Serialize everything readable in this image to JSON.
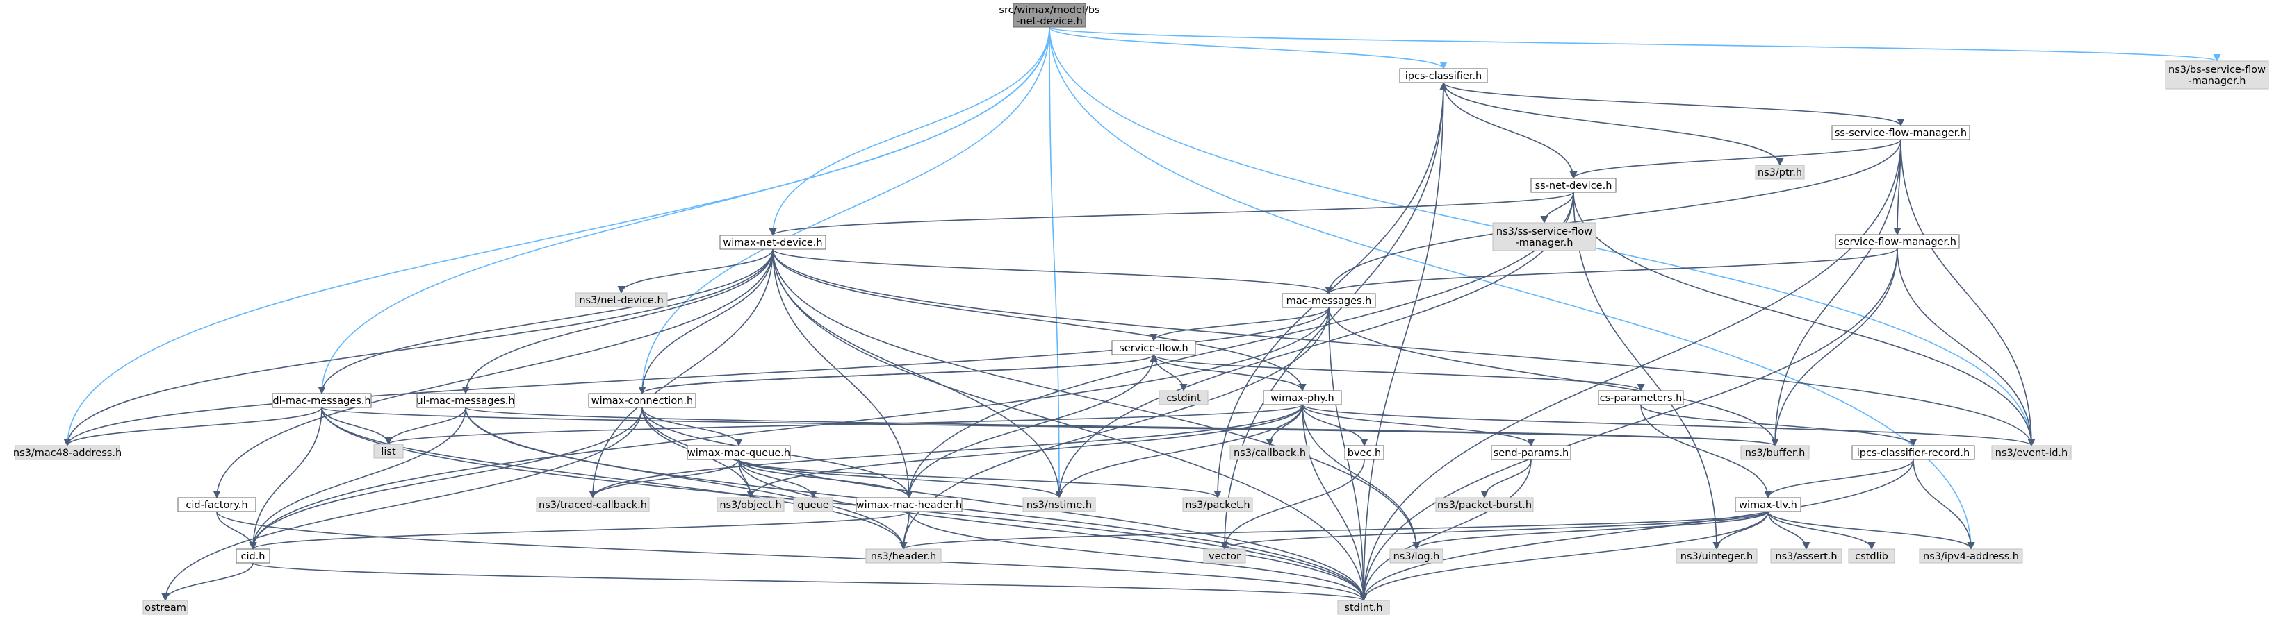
{
  "diagram": {
    "type": "include-dependency-graph",
    "colors": {
      "root_fill": "#999999",
      "local_fill": "#ffffff",
      "external_fill": "#e0e0e0",
      "border": "#666666",
      "edge_from_root": "#63b8ff",
      "edge_other": "#4a5c7a"
    },
    "root": "src/wimax/model/bs-net-device.h",
    "root_lines": [
      "src/wimax/model/bs",
      "-net-device.h"
    ],
    "nodes": {
      "root": {
        "lines": [
          "src/wimax/model/bs",
          "-net-device.h"
        ],
        "kind": "root"
      },
      "wimax_net_device": {
        "lines": [
          "wimax-net-device.h"
        ],
        "kind": "local"
      },
      "ipcs_classifier": {
        "lines": [
          "ipcs-classifier.h"
        ],
        "kind": "local"
      },
      "bs_service_flow_manager": {
        "lines": [
          "ns3/bs-service-flow",
          "-manager.h"
        ],
        "kind": "external"
      },
      "ns3_ptr": {
        "lines": [
          "ns3/ptr.h"
        ],
        "kind": "external"
      },
      "ss_service_flow_manager": {
        "lines": [
          "ss-service-flow-manager.h"
        ],
        "kind": "local"
      },
      "ss_net_device": {
        "lines": [
          "ss-net-device.h"
        ],
        "kind": "local"
      },
      "ns3_ss_service_flow_manager": {
        "lines": [
          "ns3/ss-service-flow",
          "-manager.h"
        ],
        "kind": "external"
      },
      "service_flow_manager": {
        "lines": [
          "service-flow-manager.h"
        ],
        "kind": "local"
      },
      "ns3_net_device": {
        "lines": [
          "ns3/net-device.h"
        ],
        "kind": "external"
      },
      "mac_messages": {
        "lines": [
          "mac-messages.h"
        ],
        "kind": "local"
      },
      "service_flow": {
        "lines": [
          "service-flow.h"
        ],
        "kind": "local"
      },
      "cstdint": {
        "lines": [
          "cstdint"
        ],
        "kind": "external"
      },
      "cs_parameters": {
        "lines": [
          "cs-parameters.h"
        ],
        "kind": "local"
      },
      "wimax_phy": {
        "lines": [
          "wimax-phy.h"
        ],
        "kind": "local"
      },
      "dl_mac_messages": {
        "lines": [
          "dl-mac-messages.h"
        ],
        "kind": "local"
      },
      "ul_mac_messages": {
        "lines": [
          "ul-mac-messages.h"
        ],
        "kind": "local"
      },
      "wimax_connection": {
        "lines": [
          "wimax-connection.h"
        ],
        "kind": "local"
      },
      "ns3_mac48_address": {
        "lines": [
          "ns3/mac48-address.h"
        ],
        "kind": "external"
      },
      "list": {
        "lines": [
          "list"
        ],
        "kind": "external"
      },
      "wimax_mac_queue": {
        "lines": [
          "wimax-mac-queue.h"
        ],
        "kind": "local"
      },
      "ns3_callback": {
        "lines": [
          "ns3/callback.h"
        ],
        "kind": "external"
      },
      "bvec": {
        "lines": [
          "bvec.h"
        ],
        "kind": "local"
      },
      "send_params": {
        "lines": [
          "send-params.h"
        ],
        "kind": "local"
      },
      "ns3_buffer": {
        "lines": [
          "ns3/buffer.h"
        ],
        "kind": "external"
      },
      "ipcs_classifier_record": {
        "lines": [
          "ipcs-classifier-record.h"
        ],
        "kind": "local"
      },
      "ns3_event_id": {
        "lines": [
          "ns3/event-id.h"
        ],
        "kind": "external"
      },
      "cid_factory": {
        "lines": [
          "cid-factory.h"
        ],
        "kind": "local"
      },
      "ns3_traced_callback": {
        "lines": [
          "ns3/traced-callback.h"
        ],
        "kind": "external"
      },
      "ns3_object": {
        "lines": [
          "ns3/object.h"
        ],
        "kind": "external"
      },
      "queue": {
        "lines": [
          "queue"
        ],
        "kind": "external"
      },
      "wimax_mac_header": {
        "lines": [
          "wimax-mac-header.h"
        ],
        "kind": "local"
      },
      "ns3_nstime": {
        "lines": [
          "ns3/nstime.h"
        ],
        "kind": "external"
      },
      "ns3_packet": {
        "lines": [
          "ns3/packet.h"
        ],
        "kind": "external"
      },
      "ns3_packet_burst": {
        "lines": [
          "ns3/packet-burst.h"
        ],
        "kind": "external"
      },
      "wimax_tlv": {
        "lines": [
          "wimax-tlv.h"
        ],
        "kind": "local"
      },
      "cid": {
        "lines": [
          "cid.h"
        ],
        "kind": "local"
      },
      "ns3_header": {
        "lines": [
          "ns3/header.h"
        ],
        "kind": "external"
      },
      "vector": {
        "lines": [
          "vector"
        ],
        "kind": "external"
      },
      "ns3_log": {
        "lines": [
          "ns3/log.h"
        ],
        "kind": "external"
      },
      "ns3_uinteger": {
        "lines": [
          "ns3/uinteger.h"
        ],
        "kind": "external"
      },
      "ns3_assert": {
        "lines": [
          "ns3/assert.h"
        ],
        "kind": "external"
      },
      "cstdlib": {
        "lines": [
          "cstdlib"
        ],
        "kind": "external"
      },
      "ns3_ipv4_address": {
        "lines": [
          "ns3/ipv4-address.h"
        ],
        "kind": "external"
      },
      "ostream": {
        "lines": [
          "ostream"
        ],
        "kind": "external"
      },
      "stdint": {
        "lines": [
          "stdint.h"
        ],
        "kind": "external"
      }
    },
    "edges": [
      [
        "root",
        "wimax_net_device"
      ],
      [
        "root",
        "ipcs_classifier"
      ],
      [
        "root",
        "bs_service_flow_manager"
      ],
      [
        "root",
        "dl_mac_messages"
      ],
      [
        "root",
        "ns3_mac48_address"
      ],
      [
        "root",
        "wimax_connection"
      ],
      [
        "root",
        "ns3_nstime"
      ],
      [
        "root",
        "ns3_event_id"
      ],
      [
        "root",
        "ns3_ipv4_address"
      ],
      [
        "ipcs_classifier",
        "ns3_ptr"
      ],
      [
        "ipcs_classifier",
        "ss_service_flow_manager"
      ],
      [
        "ipcs_classifier",
        "ns3_packet"
      ],
      [
        "ipcs_classifier",
        "vector"
      ],
      [
        "ipcs_classifier",
        "stdint"
      ],
      [
        "ss_service_flow_manager",
        "ss_net_device"
      ],
      [
        "ss_service_flow_manager",
        "service_flow_manager"
      ],
      [
        "ss_service_flow_manager",
        "mac_messages"
      ],
      [
        "ss_service_flow_manager",
        "ns3_buffer"
      ],
      [
        "ss_service_flow_manager",
        "ns3_event_id"
      ],
      [
        "ss_service_flow_manager",
        "stdint"
      ],
      [
        "ss_net_device",
        "ipcs_classifier"
      ],
      [
        "ss_net_device",
        "wimax_net_device"
      ],
      [
        "ss_net_device",
        "ns3_ss_service_flow_manager"
      ],
      [
        "ss_net_device",
        "wimax_mac_header"
      ],
      [
        "ss_net_device",
        "ns3_nstime"
      ],
      [
        "ss_net_device",
        "ns3_uinteger"
      ],
      [
        "ss_net_device",
        "ns3_event_id"
      ],
      [
        "service_flow_manager",
        "mac_messages"
      ],
      [
        "service_flow_manager",
        "ns3_buffer"
      ],
      [
        "service_flow_manager",
        "ns3_event_id"
      ],
      [
        "service_flow_manager",
        "stdint"
      ],
      [
        "wimax_net_device",
        "ns3_net_device"
      ],
      [
        "wimax_net_device",
        "mac_messages"
      ],
      [
        "wimax_net_device",
        "wimax_phy"
      ],
      [
        "wimax_net_device",
        "dl_mac_messages"
      ],
      [
        "wimax_net_device",
        "ul_mac_messages"
      ],
      [
        "wimax_net_device",
        "wimax_connection"
      ],
      [
        "wimax_net_device",
        "ns3_mac48_address"
      ],
      [
        "wimax_net_device",
        "ns3_traced_callback"
      ],
      [
        "wimax_net_device",
        "wimax_mac_header"
      ],
      [
        "wimax_net_device",
        "ns3_nstime"
      ],
      [
        "wimax_net_device",
        "ns3_log"
      ],
      [
        "wimax_net_device",
        "ns3_event_id"
      ],
      [
        "wimax_net_device",
        "cid_factory"
      ],
      [
        "wimax_net_device",
        "stdint"
      ],
      [
        "mac_messages",
        "service_flow"
      ],
      [
        "mac_messages",
        "ns3_mac48_address"
      ],
      [
        "mac_messages",
        "cid"
      ],
      [
        "mac_messages",
        "ns3_buffer"
      ],
      [
        "mac_messages",
        "ns3_header"
      ],
      [
        "mac_messages",
        "stdint"
      ],
      [
        "service_flow",
        "cstdint"
      ],
      [
        "service_flow",
        "wimax_connection"
      ],
      [
        "service_flow",
        "cs_parameters"
      ],
      [
        "service_flow",
        "wimax_phy"
      ],
      [
        "service_flow",
        "wimax_mac_header"
      ],
      [
        "wimax_connection",
        "service_flow"
      ],
      [
        "wimax_connection",
        "wimax_mac_queue"
      ],
      [
        "wimax_connection",
        "cid"
      ],
      [
        "wimax_connection",
        "ns3_object"
      ],
      [
        "wimax_connection",
        "wimax_mac_header"
      ],
      [
        "wimax_connection",
        "ostream"
      ],
      [
        "wimax_connection",
        "stdint"
      ],
      [
        "cs_parameters",
        "ipcs_classifier_record"
      ],
      [
        "cs_parameters",
        "wimax_tlv"
      ],
      [
        "wimax_phy",
        "list"
      ],
      [
        "wimax_phy",
        "ns3_callback"
      ],
      [
        "wimax_phy",
        "bvec"
      ],
      [
        "wimax_phy",
        "send_params"
      ],
      [
        "wimax_phy",
        "ns3_traced_callback"
      ],
      [
        "wimax_phy",
        "ns3_object"
      ],
      [
        "wimax_phy",
        "ns3_nstime"
      ],
      [
        "wimax_phy",
        "ns3_event_id"
      ],
      [
        "wimax_phy",
        "ns3_log"
      ],
      [
        "wimax_phy",
        "stdint"
      ],
      [
        "bvec",
        "vector"
      ],
      [
        "send_params",
        "ns3_packet_burst"
      ],
      [
        "send_params",
        "stdint"
      ],
      [
        "ipcs_classifier_record",
        "wimax_tlv"
      ],
      [
        "ipcs_classifier_record",
        "ns3_ipv4_address"
      ],
      [
        "ipcs_classifier_record",
        "stdint"
      ],
      [
        "dl_mac_messages",
        "ns3_mac48_address"
      ],
      [
        "dl_mac_messages",
        "list"
      ],
      [
        "dl_mac_messages",
        "cid"
      ],
      [
        "dl_mac_messages",
        "ns3_header"
      ],
      [
        "dl_mac_messages",
        "ns3_buffer"
      ],
      [
        "dl_mac_messages",
        "stdint"
      ],
      [
        "ul_mac_messages",
        "list"
      ],
      [
        "ul_mac_messages",
        "cid"
      ],
      [
        "ul_mac_messages",
        "ns3_buffer"
      ],
      [
        "ul_mac_messages",
        "ns3_header"
      ],
      [
        "ul_mac_messages",
        "stdint"
      ],
      [
        "wimax_mac_queue",
        "ns3_traced_callback"
      ],
      [
        "wimax_mac_queue",
        "ns3_object"
      ],
      [
        "wimax_mac_queue",
        "queue"
      ],
      [
        "wimax_mac_queue",
        "wimax_mac_header"
      ],
      [
        "wimax_mac_queue",
        "ns3_nstime"
      ],
      [
        "wimax_mac_queue",
        "ns3_packet"
      ],
      [
        "wimax_mac_queue",
        "stdint"
      ],
      [
        "wimax_mac_header",
        "cid"
      ],
      [
        "wimax_mac_header",
        "ns3_header"
      ],
      [
        "wimax_mac_header",
        "stdint"
      ],
      [
        "cid_factory",
        "cid"
      ],
      [
        "cid_factory",
        "stdint"
      ],
      [
        "cid",
        "ostream"
      ],
      [
        "cid",
        "stdint"
      ],
      [
        "wimax_tlv",
        "ns3_header"
      ],
      [
        "wimax_tlv",
        "vector"
      ],
      [
        "wimax_tlv",
        "ns3_log"
      ],
      [
        "wimax_tlv",
        "ns3_uinteger"
      ],
      [
        "wimax_tlv",
        "ns3_assert"
      ],
      [
        "wimax_tlv",
        "cstdlib"
      ],
      [
        "wimax_tlv",
        "ns3_ipv4_address"
      ],
      [
        "wimax_tlv",
        "stdint"
      ]
    ]
  }
}
